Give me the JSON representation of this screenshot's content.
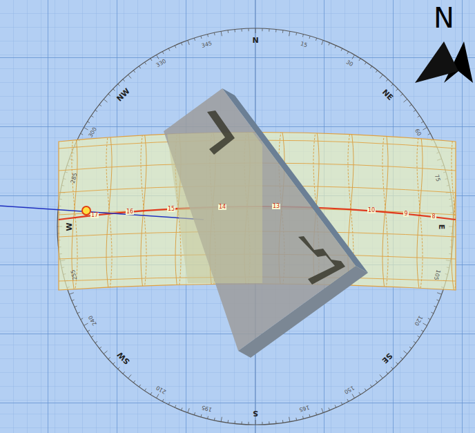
{
  "diagram": {
    "labels": [
      "N",
      "15",
      "30",
      "NE",
      "60",
      "75",
      "E",
      "105",
      "120",
      "SE",
      "150",
      "165",
      "S",
      "195",
      "210",
      "SW",
      "240",
      "255",
      "W",
      "285",
      "300",
      "NW",
      "330",
      "345",
      "17",
      "16",
      "15",
      "14",
      "13",
      "10",
      "9",
      "8",
      "N"
    ]
  }
}
